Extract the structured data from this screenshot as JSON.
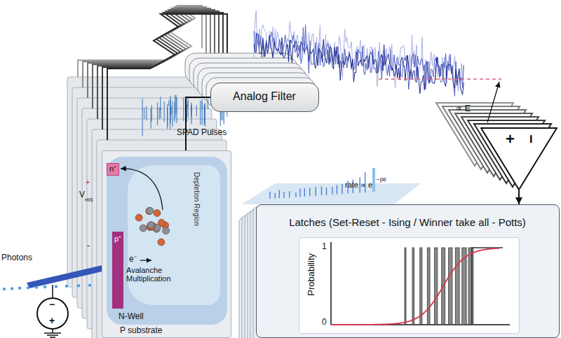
{
  "diagram": {
    "nodes": [
      {
        "text": [
          "P substrate"
        ]
      },
      {
        "text": [
          "N-Well"
        ],
        "in": 0
      },
      {
        "text": [
          "Depletion Region"
        ],
        "in": 1
      },
      {
        "text": [
          "n⁺"
        ],
        "in": 1
      },
      {
        "text": [
          "p⁺"
        ],
        "in": 1
      },
      {
        "text": [
          "Analog Filter"
        ]
      },
      {
        "text": [
          "+",
          "−"
        ]
      },
      {
        "text": [
          "Latches (Set-Reset - Ising / Winner take all - Potts)"
        ]
      },
      {
        "text": [
          "Probability",
          "1",
          "0"
        ],
        "in": 7
      }
    ],
    "edges": [
      {
        "from": 0,
        "to": 5,
        "arrow": "none"
      },
      {
        "from": 6,
        "to": 7,
        "arrow": "to"
      }
    ],
    "labels": [
      "Photons",
      "V",
      "HIS",
      "+",
      "-",
      "e⁻",
      "Avalanche Multiplication",
      "−",
      "+",
      "SPAD Pulses",
      "∝ E",
      "rate ∝ e",
      "−βE"
    ]
  }
}
